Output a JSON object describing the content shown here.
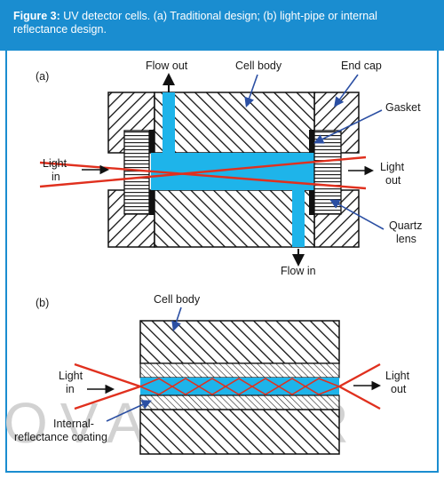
{
  "header": {
    "label": "Figure 3:",
    "caption": "UV detector cells. (a) Traditional design; (b) light-pipe or internal reflectance design."
  },
  "panel_a": {
    "tag": "(a)",
    "flow_out": "Flow out",
    "cell_body": "Cell body",
    "end_cap": "End cap",
    "gasket": "Gasket",
    "light_in_1": "Light",
    "light_in_2": "in",
    "light_out_1": "Light",
    "light_out_2": "out",
    "quartz_lens_1": "Quartz",
    "quartz_lens_2": "lens",
    "flow_in": "Flow in"
  },
  "panel_b": {
    "tag": "(b)",
    "cell_body": "Cell body",
    "light_in_1": "Light",
    "light_in_2": "in",
    "light_out_1": "Light",
    "light_out_2": "out",
    "coating_1": "Internal-",
    "coating_2": "reflectance coating"
  },
  "watermark": "OVAGLAR",
  "colors": {
    "header_bg": "#1a8dd0",
    "fluid": "#1eb4ea",
    "light_ray": "#e0301e",
    "label_arrow": "#2b4fa3",
    "hatch": "#111111"
  }
}
